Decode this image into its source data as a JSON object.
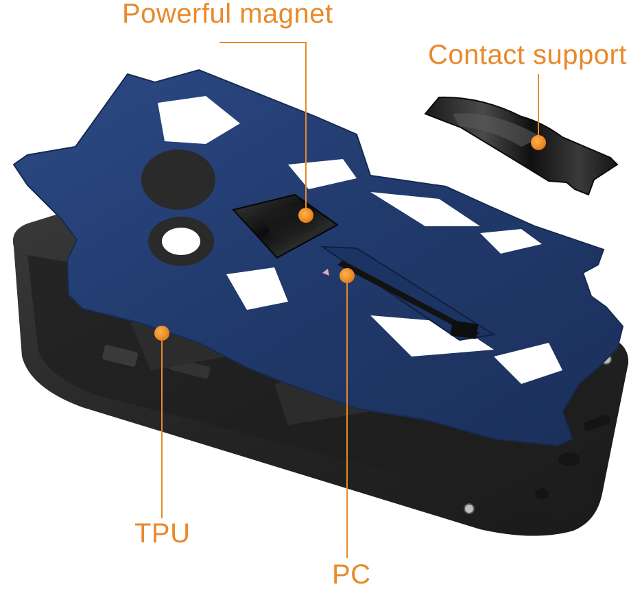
{
  "callouts": {
    "magnet": "Powerful magnet",
    "contact": "Contact support",
    "tpu": "TPU",
    "pc": "PC"
  },
  "colors": {
    "accent": "#e8892a",
    "pc_frame": "#233a6e",
    "tpu_body": "#262626",
    "background": "#ffffff"
  }
}
